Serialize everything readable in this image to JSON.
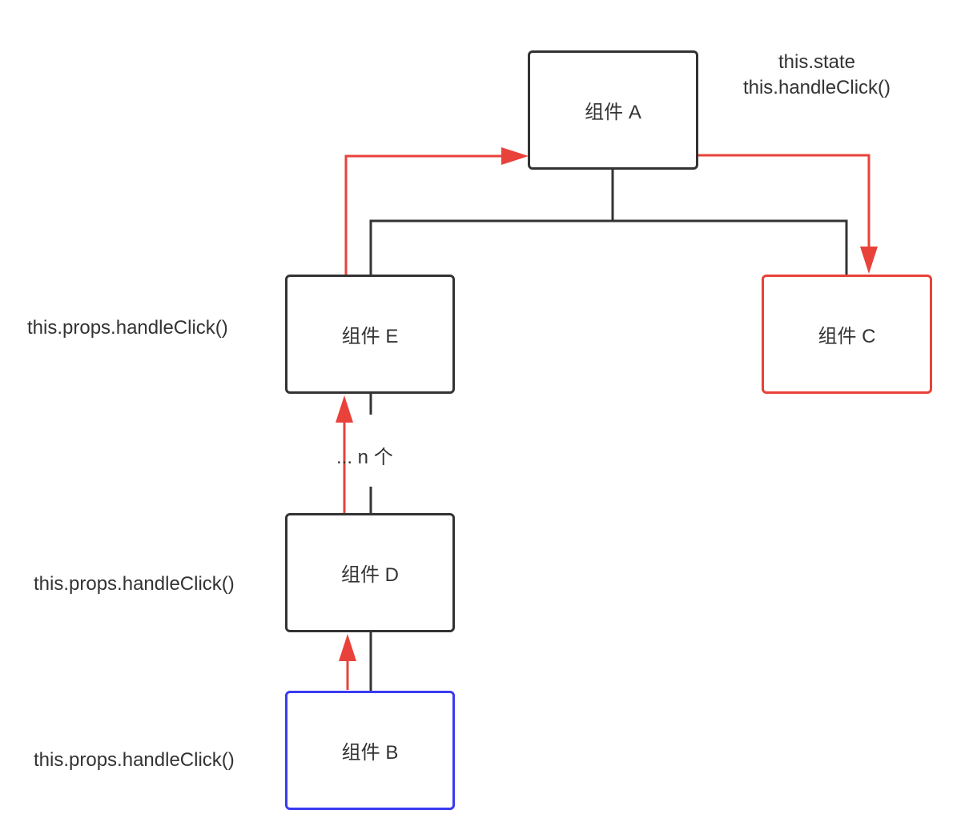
{
  "colors": {
    "node_border": "#333333",
    "highlight_red": "#e8423a",
    "highlight_blue": "#3b3bf0",
    "text": "#333333"
  },
  "nodes": {
    "a": {
      "label": "组件 A"
    },
    "c": {
      "label": "组件 C"
    },
    "e": {
      "label": "组件 E"
    },
    "d": {
      "label": "组件 D"
    },
    "b": {
      "label": "组件 B"
    }
  },
  "annotations": {
    "a_state": "this.state",
    "a_handler": "this.handleClick()",
    "e_handler": "this.props.handleClick()",
    "d_handler": "this.props.handleClick()",
    "b_handler": "this.props.handleClick()",
    "ellipsis": "... n 个"
  },
  "edges": [
    {
      "from": "a",
      "to": "e",
      "kind": "tree"
    },
    {
      "from": "a",
      "to": "c",
      "kind": "tree"
    },
    {
      "from": "e",
      "to": "d",
      "kind": "tree-dashed"
    },
    {
      "from": "d",
      "to": "b",
      "kind": "tree"
    },
    {
      "from": "b",
      "to": "d",
      "kind": "callback-arrow"
    },
    {
      "from": "d",
      "to": "e",
      "kind": "callback-arrow"
    },
    {
      "from": "e",
      "to": "a",
      "kind": "callback-arrow"
    },
    {
      "from": "a",
      "to": "c",
      "kind": "state-arrow"
    }
  ]
}
